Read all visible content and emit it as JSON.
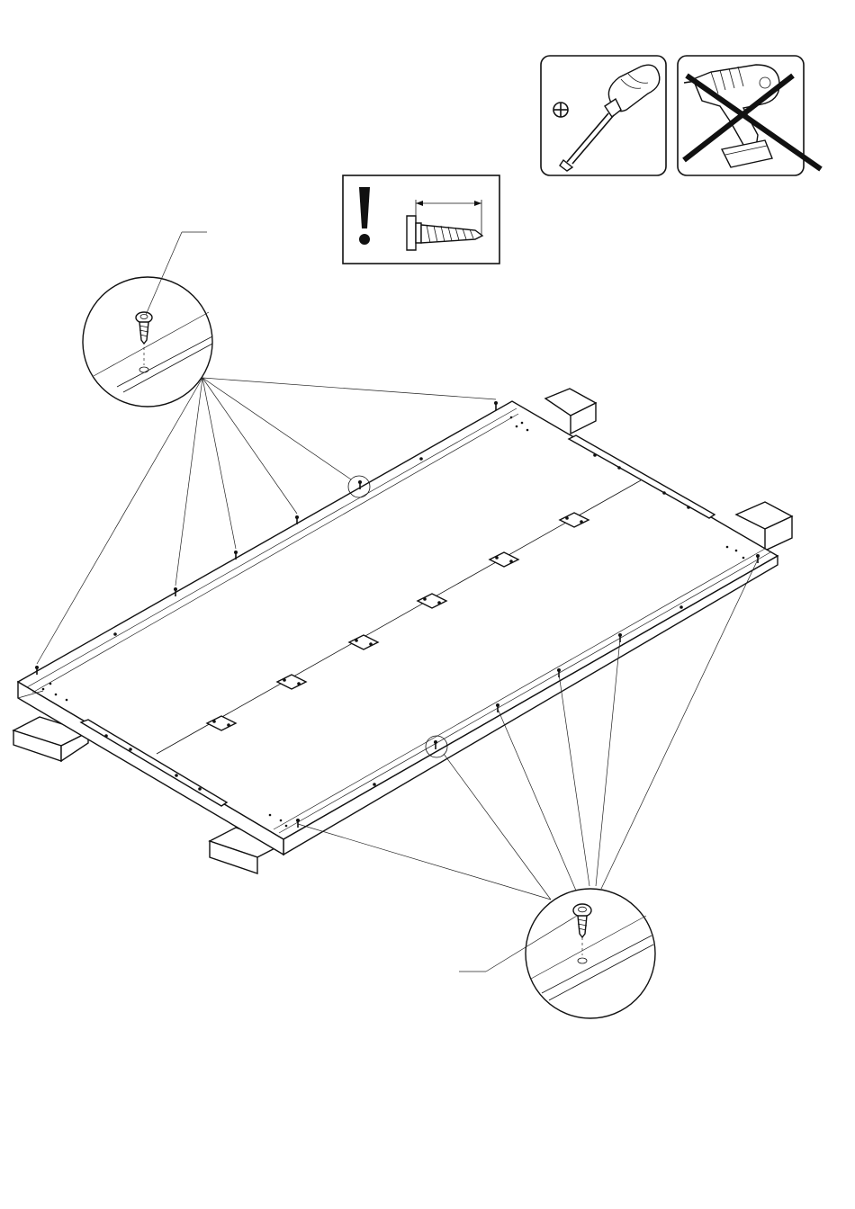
{
  "figure": {
    "type": "assembly-instruction",
    "panel_count": 1,
    "callout_count": 2,
    "screws_per_side": 6,
    "brackets": 6
  },
  "tools": {
    "screwdriver": {
      "icon": "phillips-screwdriver-icon",
      "allowed": true
    },
    "drill": {
      "icon": "power-drill-icon",
      "allowed": false
    }
  },
  "warning": {
    "icon": "exclamation-icon",
    "part": "screw-icon"
  },
  "colors": {
    "ink": "#111111",
    "paper": "#ffffff"
  }
}
